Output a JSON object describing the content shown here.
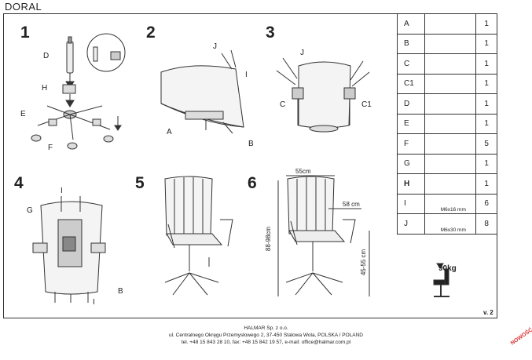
{
  "doc": {
    "title": "DORAL",
    "version": "v. 2",
    "stamp": "NOWOŚĆ"
  },
  "steps": [
    "1",
    "2",
    "3",
    "4",
    "5",
    "6"
  ],
  "callouts": {
    "s1": [
      "D",
      "H",
      "E",
      "F"
    ],
    "s2": [
      "J",
      "I",
      "A",
      "B"
    ],
    "s3": [
      "J",
      "C",
      "C1"
    ],
    "s4": [
      "I",
      "G",
      "B",
      "I"
    ],
    "s6": [
      "55cm",
      "58 cm",
      "88-98cm",
      "45-55 cm"
    ]
  },
  "parts": [
    {
      "letter": "A",
      "qty": "1",
      "spec": ""
    },
    {
      "letter": "B",
      "qty": "1",
      "spec": ""
    },
    {
      "letter": "C",
      "qty": "1",
      "spec": ""
    },
    {
      "letter": "C1",
      "qty": "1",
      "spec": ""
    },
    {
      "letter": "D",
      "qty": "1",
      "spec": ""
    },
    {
      "letter": "E",
      "qty": "1",
      "spec": ""
    },
    {
      "letter": "F",
      "qty": "5",
      "spec": ""
    },
    {
      "letter": "G",
      "qty": "1",
      "spec": ""
    },
    {
      "letter": "H",
      "qty": "1",
      "spec": ""
    },
    {
      "letter": "I",
      "qty": "6",
      "spec": "M6x16 mm"
    },
    {
      "letter": "J",
      "qty": "8",
      "spec": "M6x30 mm"
    }
  ],
  "max_load": "90kg",
  "footer": [
    "HALMAR Sp. z o.o.",
    "ul. Centralnego Okręgu Przemysłowego 2, 37-450 Stalowa Wola, POLSKA / POLAND",
    "tel. +48 15 843 28 10, fax: +48 15 842 19 57, e-mail: office@halmar.com.pl"
  ]
}
